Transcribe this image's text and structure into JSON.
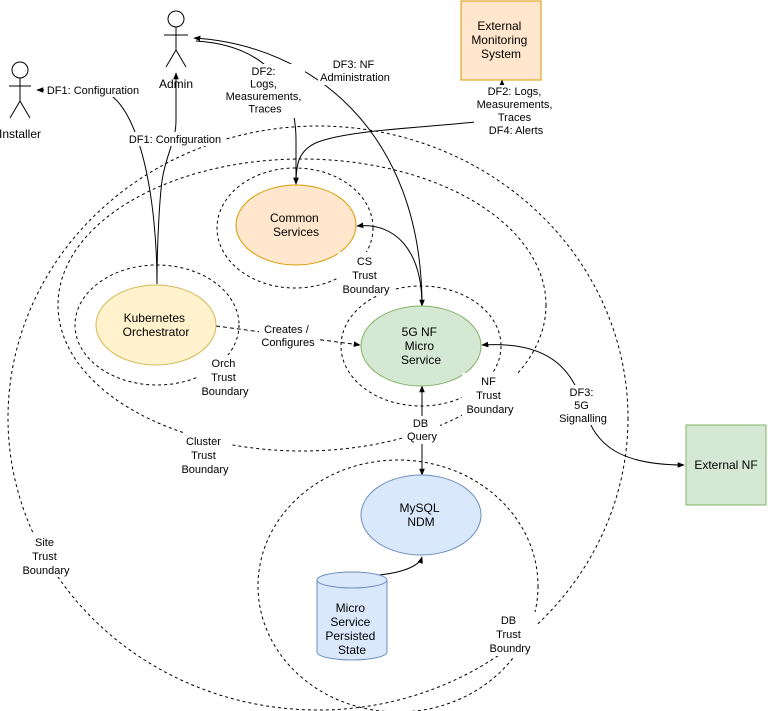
{
  "nodes": {
    "installer": {
      "label": "Installer"
    },
    "admin": {
      "label": "Admin"
    },
    "external_monitoring": {
      "lines": [
        "External",
        "Monitoring",
        "System"
      ],
      "fill": "#ffe6cc",
      "stroke": "#d79b00"
    },
    "common_services": {
      "lines": [
        "Common",
        "Services"
      ],
      "fill": "#ffe6cc",
      "stroke": "#d79b00"
    },
    "k8s": {
      "lines": [
        "Kubernetes",
        "Orchestrator"
      ],
      "fill": "#fff2cc",
      "stroke": "#d6b656"
    },
    "nf_micro": {
      "lines": [
        "5G NF",
        "Micro",
        "Service"
      ],
      "fill": "#d5e8d4",
      "stroke": "#82b366"
    },
    "mysql": {
      "lines": [
        "MySQL",
        "NDM"
      ],
      "fill": "#dae8fc",
      "stroke": "#6c8ebf"
    },
    "persisted_state": {
      "lines": [
        "Micro",
        "Service",
        "Persisted",
        "State"
      ],
      "fill": "#dae8fc",
      "stroke": "#6c8ebf"
    },
    "external_nf": {
      "label": "External NF",
      "fill": "#d5e8d4",
      "stroke": "#82b366"
    }
  },
  "boundaries": {
    "site": {
      "lines": [
        "Site",
        "Trust",
        "Boundary"
      ]
    },
    "cluster": {
      "lines": [
        "Cluster",
        "Trust",
        "Boundary"
      ]
    },
    "cs": {
      "lines": [
        "CS",
        "Trust",
        "Boundary"
      ]
    },
    "orch": {
      "lines": [
        "Orch",
        "Trust",
        "Boundary"
      ]
    },
    "nf": {
      "lines": [
        "NF",
        "Trust",
        "Boundary"
      ]
    },
    "db": {
      "lines": [
        "DB",
        "Trust",
        "Boundry"
      ]
    }
  },
  "flows": {
    "df1_installer": {
      "label": "DF1: Configuration"
    },
    "df1_admin": {
      "label": "DF1: Configuration"
    },
    "df2_admin": {
      "lines": [
        "DF2:",
        "Logs,",
        "Measurements,",
        "Traces"
      ]
    },
    "df3_admin": {
      "lines": [
        "DF3: NF",
        "Administration"
      ]
    },
    "df2_df4_monitoring": {
      "lines": [
        "DF2: Logs,",
        "Measurements,",
        "Traces",
        "DF4: Alerts"
      ]
    },
    "creates_configures": {
      "lines": [
        "Creates /",
        "Configures"
      ]
    },
    "db_query": {
      "lines": [
        "DB",
        "Query"
      ]
    },
    "df3_signalling": {
      "lines": [
        "DF3:",
        "5G",
        "Signalling"
      ]
    }
  }
}
